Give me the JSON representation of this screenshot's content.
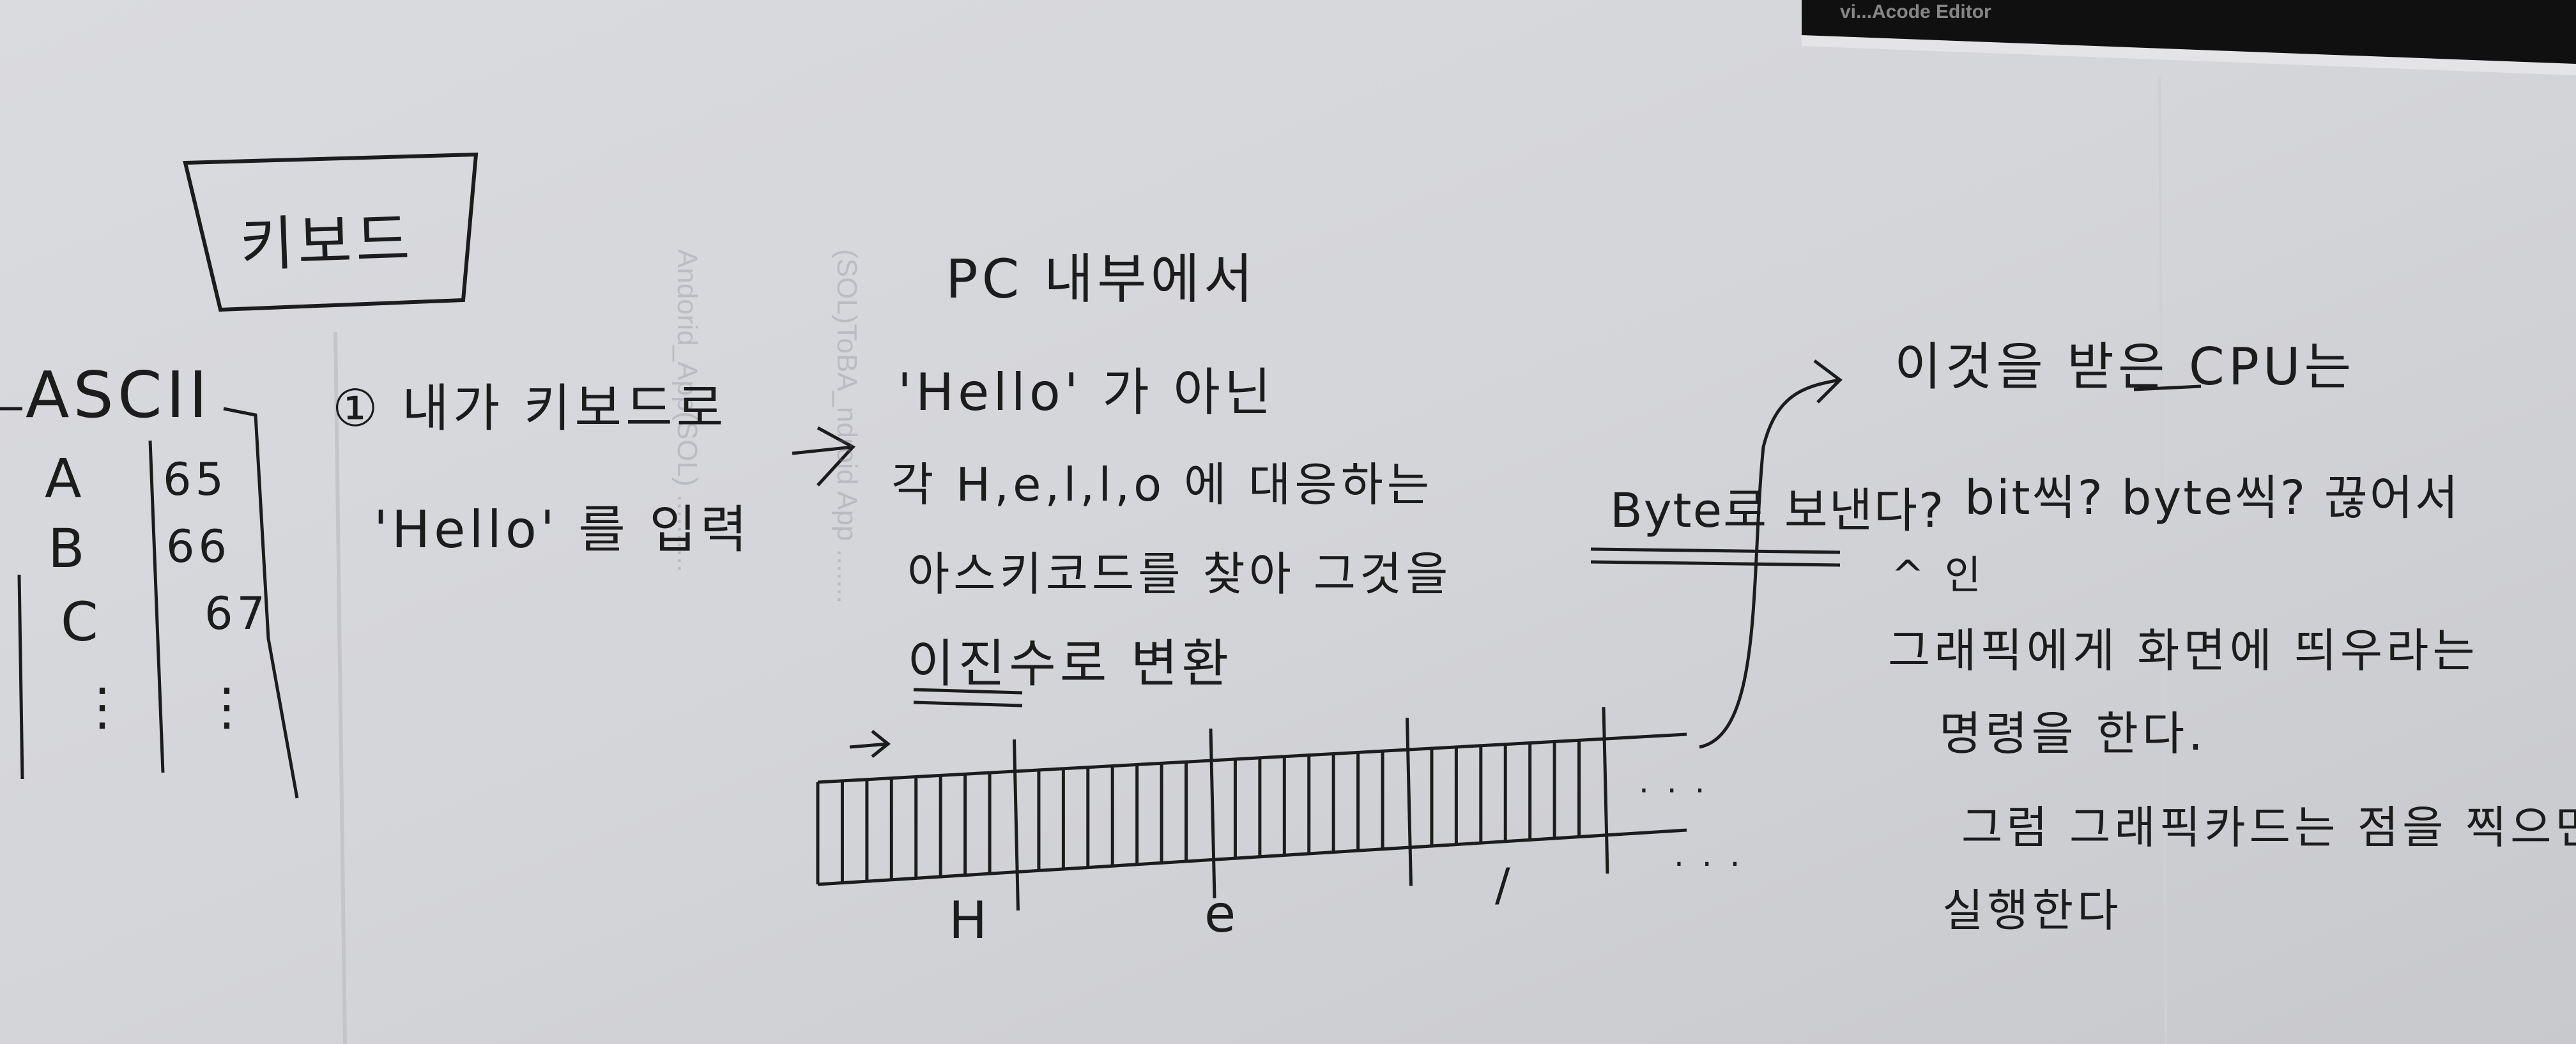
{
  "screen": {
    "title_text": "vi...Acode Editor"
  },
  "keyboard_box": {
    "label": "키보드"
  },
  "ascii_table": {
    "header": "ASCII",
    "rows": [
      {
        "char": "A",
        "code": "65"
      },
      {
        "char": "B",
        "code": "66"
      },
      {
        "char": "C",
        "code": "67"
      },
      {
        "char": "⋮",
        "code": "⋮"
      }
    ]
  },
  "step1": {
    "line1": "① 내가 키보드로",
    "line2": "'Hello' 를 입력"
  },
  "pc_section": {
    "title": "PC 내부에서",
    "line1": "'Hello' 가 아닌",
    "line2": "각 H,e,l,l,o 에 대응하는",
    "line3": "아스키코드를 찾아 그것을",
    "line4": "이진수로 변환"
  },
  "byte_row": {
    "labels": [
      "H",
      "e",
      "/"
    ],
    "dots": ". . ."
  },
  "send_note": "Byte로 보낸다?",
  "cpu_section": {
    "title": "이것을 받은 CPU는",
    "line1": "bit씩? byte씩? 끊어서",
    "insert_mark": "^ 인",
    "line2": "그래픽에게 화면에 띄우라는",
    "line3": "명령을 한다.",
    "line4": "그럼 그래픽카드는 점을 찍으면서",
    "line5": "실행한다"
  },
  "colors": {
    "paper": "#d9dadd",
    "paper_shadow": "#c6c7cb",
    "ink": "#1c1c1c"
  }
}
